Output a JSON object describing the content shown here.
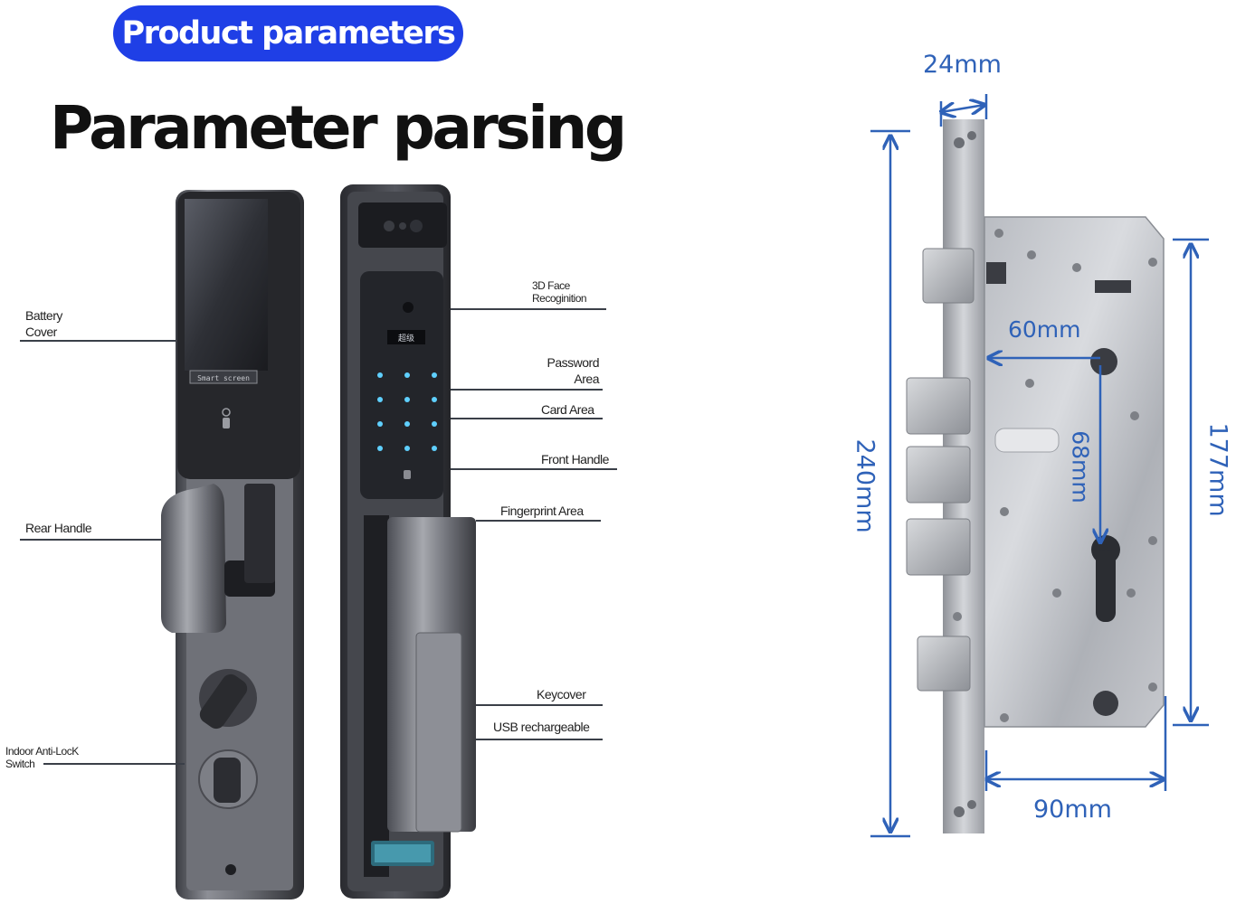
{
  "header": {
    "badge": "Product parameters",
    "title": "Parameter parsing"
  },
  "lock_labels": {
    "battery_cover": [
      "Battery",
      "Cover"
    ],
    "rear_handle": "Rear Handle",
    "anti_lock_switch": [
      "Indoor Anti-LocK",
      "Switch"
    ],
    "face_recognition": [
      "3D Face",
      "Recoginition"
    ],
    "password_area": [
      "Password",
      "Area"
    ],
    "card_area": "Card Area",
    "front_handle": "Front Handle",
    "fingerprint_area": "Fingerprint Area",
    "keycover": "Keycover",
    "usb": "USB rechargeable"
  },
  "screen_caption": "Smart screen",
  "display_chip": "超级",
  "dimensions": {
    "faceplate_width": "24mm",
    "total_height": "240mm",
    "backset": "60mm",
    "center_distance": "68mm",
    "case_height": "177mm",
    "case_depth": "90mm"
  },
  "colors": {
    "badge": "#1f3fe6",
    "dimension": "#2f62b8",
    "keypad_glow": "#5fd0ff",
    "body_metal": "#5f6168"
  }
}
